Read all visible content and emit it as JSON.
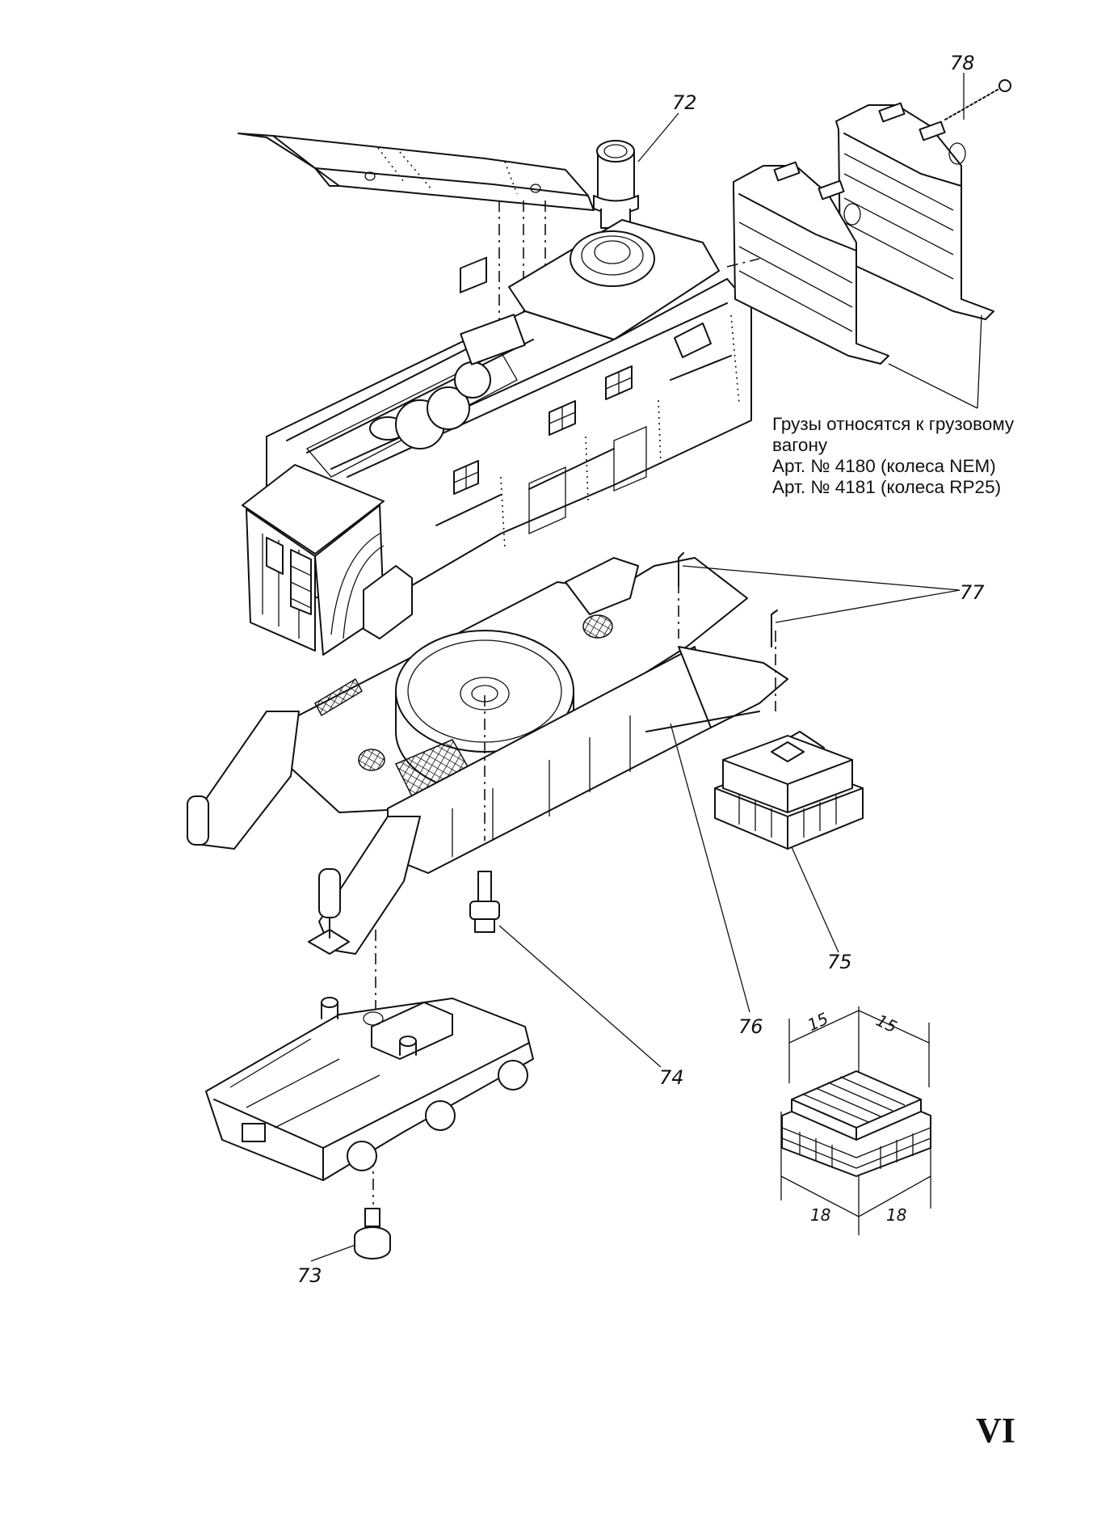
{
  "document": {
    "type": "exploded assembly drawing",
    "subject": "railway crane model — superstructure, undercarriage frame, bogie, counterweights and load blocks"
  },
  "callouts": [
    {
      "id": "72",
      "label": "72",
      "part": "exhaust stack / chimney"
    },
    {
      "id": "73",
      "label": "73",
      "part": "bogie pivot pin"
    },
    {
      "id": "74",
      "label": "74",
      "part": "frame pivot pin"
    },
    {
      "id": "75",
      "label": "75",
      "part": "load block stack under outrigger"
    },
    {
      "id": "76",
      "label": "76",
      "part": "outrigger strut"
    },
    {
      "id": "77",
      "label": "77",
      "part": "retaining pins"
    },
    {
      "id": "78",
      "label": "78",
      "part": "counterweight screw"
    }
  ],
  "note": {
    "lines": [
      "Грузы относятся к грузовому",
      "вагону",
      "Арт. № 4180 (колеса NEM)",
      "Арт. № 4181 (колеса RP25)"
    ]
  },
  "dimensions": {
    "top_left": "15",
    "top_right": "15",
    "bottom_left": "18",
    "bottom_right": "18"
  },
  "page_number": "VI"
}
